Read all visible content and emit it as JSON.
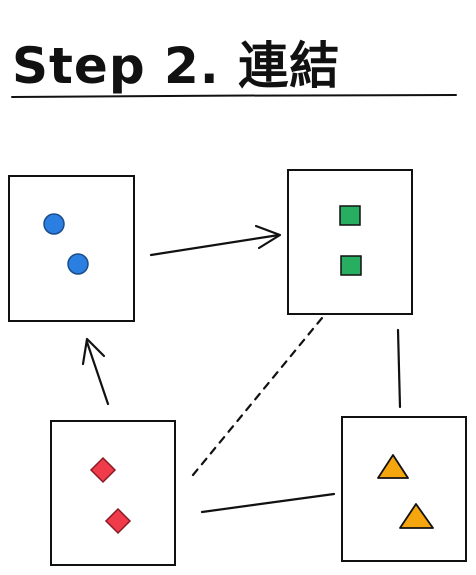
{
  "title": "Step 2. 連結",
  "colors": {
    "ink": "#111111",
    "circle": "#2b7fe0",
    "square": "#27ae60",
    "diamond": "#ef3b4a",
    "triangle": "#f5a60e"
  },
  "nodes": [
    {
      "id": "circles",
      "shape": "circle-icon",
      "count": 2
    },
    {
      "id": "squares",
      "shape": "square-icon",
      "count": 2
    },
    {
      "id": "diamonds",
      "shape": "diamond-icon",
      "count": 2
    },
    {
      "id": "triangles",
      "shape": "triangle-icon",
      "count": 2
    }
  ],
  "edges": [
    {
      "from": "circles",
      "to": "squares",
      "style": "arrow"
    },
    {
      "from": "diamonds",
      "to": "circles",
      "style": "arrow"
    },
    {
      "from": "diamonds",
      "to": "squares",
      "style": "dashed"
    },
    {
      "from": "diamonds",
      "to": "triangles",
      "style": "solid"
    },
    {
      "from": "squares",
      "to": "triangles",
      "style": "solid"
    }
  ]
}
